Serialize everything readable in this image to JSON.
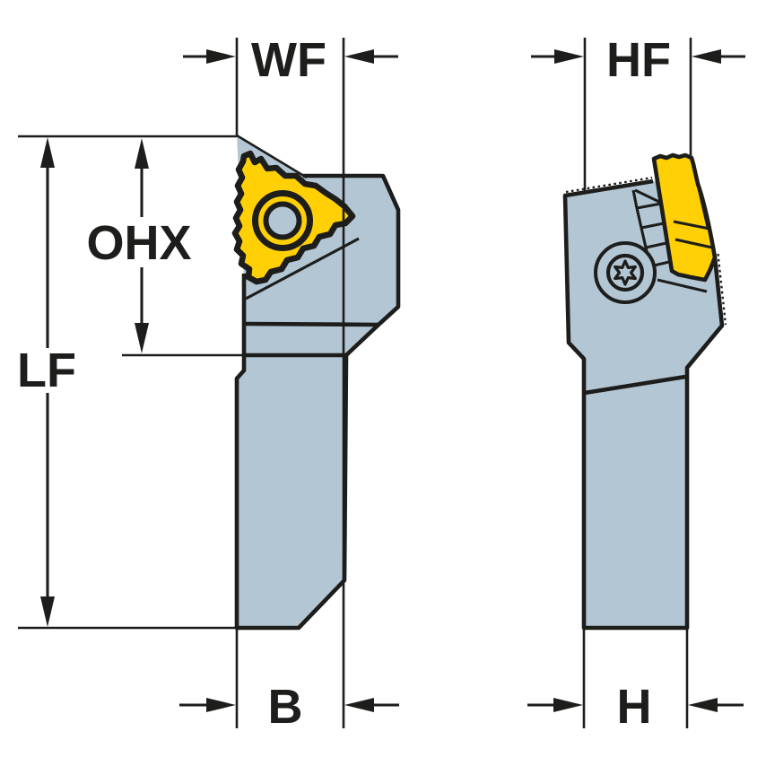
{
  "figure": {
    "type": "technical-dimension-drawing",
    "subject": "Thread turning tool holder shown in front and side views with dimension callouts",
    "background": "#ffffff"
  },
  "labels": {
    "WF": "WF",
    "HF": "HF",
    "OHX": "OHX",
    "LF": "LF",
    "B": "B",
    "H": "H"
  },
  "dimensions": {
    "front_view": [
      "WF",
      "OHX",
      "LF",
      "B"
    ],
    "side_view": [
      "HF",
      "H"
    ]
  },
  "icons": {
    "insert_front": "triangular-threading-insert",
    "insert_side": "insert-side-profile",
    "screw": "torx-screw"
  },
  "colors": {
    "line": "#1d1d1b",
    "body": "#b3c6d4",
    "insert": "#ffd005",
    "background": "#ffffff"
  }
}
